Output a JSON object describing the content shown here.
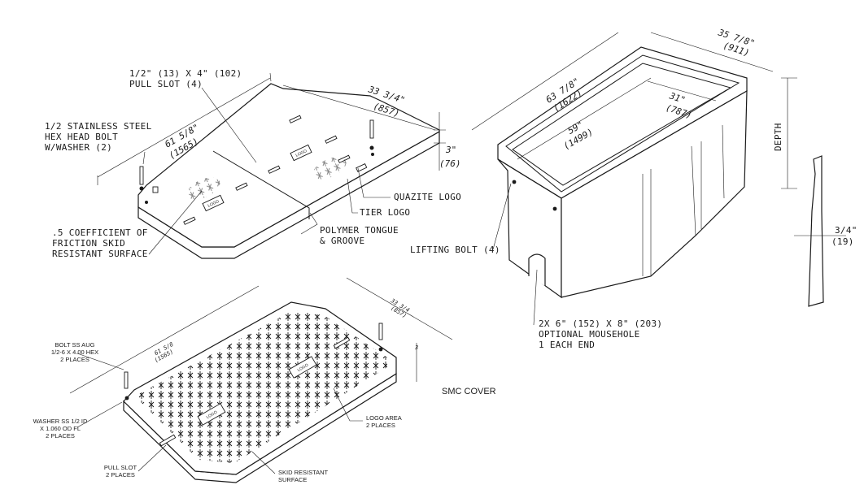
{
  "top_cover": {
    "pull_slot_line1": "1/2\" (13) X 4\" (102)",
    "pull_slot_line2": "PULL SLOT (4)",
    "bolt_line1": "1/2 STAINLESS STEEL",
    "bolt_line2": "HEX HEAD BOLT",
    "bolt_line3": "W/WASHER (2)",
    "length_dim": "61 5/8\"",
    "length_dim_mm": "(1565)",
    "width_dim": "33 3/4\"",
    "width_dim_mm": "(857)",
    "thickness_dim": "3\"",
    "thickness_dim_mm": "(76)",
    "quazite_logo": "QUAZITE LOGO",
    "tier_logo": "TIER LOGO",
    "polymer_line1": "POLYMER TONGUE",
    "polymer_line2": "& GROOVE",
    "friction_line1": ".5 COEFFICIENT OF",
    "friction_line2": "FRICTION SKID",
    "friction_line3": "RESISTANT SURFACE",
    "logo_text": "LOGO"
  },
  "box": {
    "outer_length": "63 7/8\"",
    "outer_length_mm": "(1622)",
    "outer_width": "35 7/8\"",
    "outer_width_mm": "(911)",
    "inner_length": "59\"",
    "inner_length_mm": "(1499)",
    "inner_width": "31\"",
    "inner_width_mm": "(787)",
    "depth": "DEPTH",
    "wall": "3/4\"",
    "wall_mm": "(19)",
    "lifting_bolt": "LIFTING BOLT (4)",
    "mousehole_line1": "2X 6\" (152) X 8\" (203)",
    "mousehole_line2": "OPTIONAL MOUSEHOLE",
    "mousehole_line3": "1 EACH END"
  },
  "smc_cover": {
    "title": "SMC COVER",
    "bolt_line1": "BOLT SS AUG",
    "bolt_line2": "1/2-6 X 4.00 HEX",
    "bolt_line3": "2 PLACES",
    "washer_line1": "WASHER SS 1/2 ID",
    "washer_line2": "X 1.060 OD FL",
    "washer_line3": "2 PLACES",
    "pullslot_line1": "PULL SLOT",
    "pullslot_line2": "2 PLACES",
    "skid_line1": "SKID RESISTANT",
    "skid_line2": "SURFACE",
    "logo_area_line1": "LOGO AREA",
    "logo_area_line2": "2 PLACES",
    "length_dim": "61 5/8",
    "length_dim_mm": "(1565)",
    "width_dim": "33 3/4",
    "width_dim_mm": "(857)",
    "thick_dim": "3",
    "logo_text": "LOGO"
  }
}
